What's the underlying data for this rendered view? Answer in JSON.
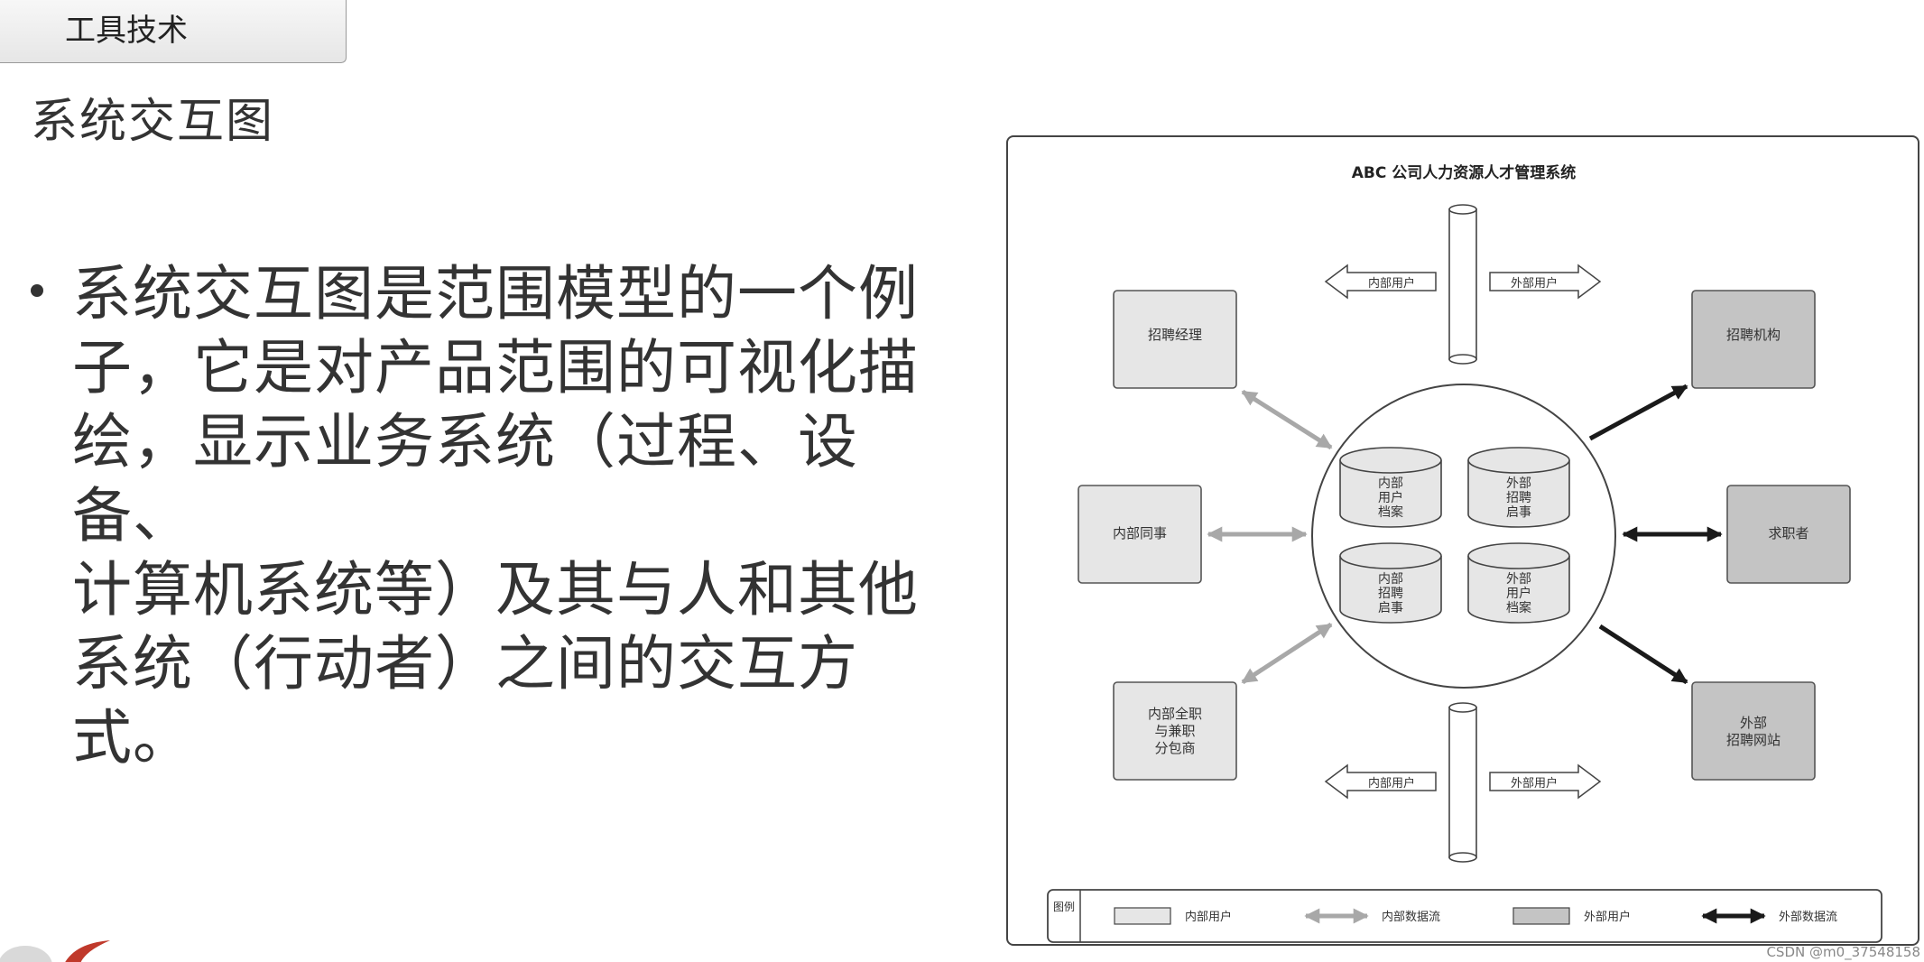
{
  "header": {
    "tab_label": "工具技术",
    "slide_title": "系统交互图"
  },
  "content": {
    "bullet_lines": [
      "系统交互图是范围模型的一个例",
      "子，它是对产品范围的可视化描",
      "绘，显示业务系统（过程、设备、",
      "计算机系统等）及其与人和其他",
      "系统（行动者）之间的交互方式。"
    ]
  },
  "diagram": {
    "title": "ABC 公司人力资源人才管理系统",
    "actors": {
      "recruit_manager": "招聘经理",
      "internal_colleague": "内部同事",
      "internal_contractor": [
        "内部全职",
        "与兼职",
        "分包商"
      ],
      "recruit_agency": "招聘机构",
      "job_seeker": "求职者",
      "external_site": [
        "外部",
        "招聘网站"
      ]
    },
    "databases": {
      "internal_profiles": [
        "内部",
        "用户",
        "档案"
      ],
      "external_postings": [
        "外部",
        "招聘",
        "启事"
      ],
      "internal_postings": [
        "内部",
        "招聘",
        "启事"
      ],
      "external_profiles": [
        "外部",
        "用户",
        "档案"
      ]
    },
    "pipe_labels": {
      "top_left": "内部用户",
      "top_right": "外部用户",
      "bottom_left": "内部用户",
      "bottom_right": "外部用户"
    },
    "legend": {
      "title": "图例",
      "internal_user": "内部用户",
      "internal_flow": "内部数据流",
      "external_user": "外部用户",
      "external_flow": "外部数据流"
    },
    "colors": {
      "internal_fill": "#e6e6e6",
      "external_fill": "#c4c4c4",
      "internal_arrow": "#a8a8a8",
      "external_arrow": "#1a1a1a"
    }
  },
  "watermark": "CSDN @m0_37548158"
}
